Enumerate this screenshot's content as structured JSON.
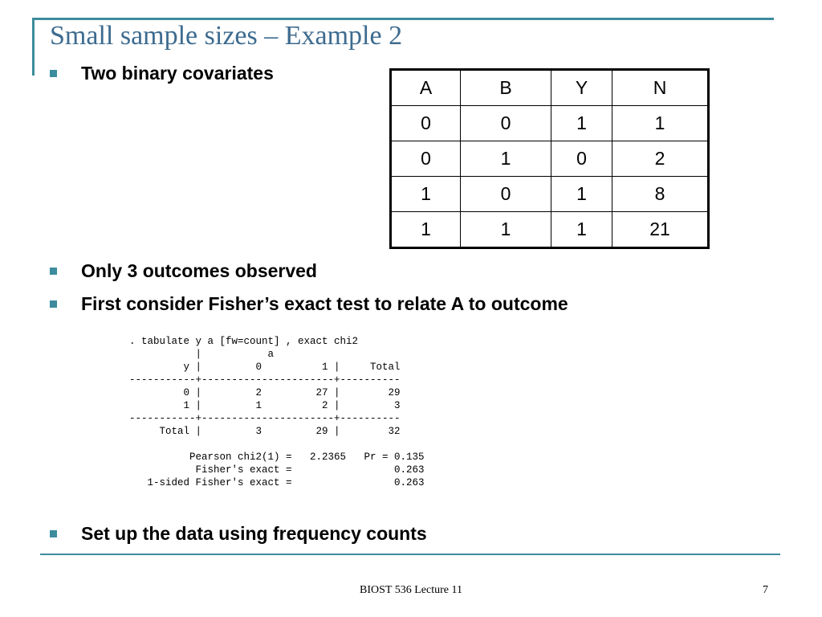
{
  "slide": {
    "title": "Small sample sizes – Example 2",
    "bullets": [
      "Two binary covariates",
      "Only 3 outcomes observed",
      "First consider Fisher’s exact test to relate A to outcome",
      "Set up the data using frequency counts"
    ]
  },
  "table": {
    "headers": [
      "A",
      "B",
      "Y",
      "N"
    ],
    "rows": [
      [
        "0",
        "0",
        "1",
        "1"
      ],
      [
        "0",
        "1",
        "0",
        "2"
      ],
      [
        "1",
        "0",
        "1",
        "8"
      ],
      [
        "1",
        "1",
        "1",
        "21"
      ]
    ]
  },
  "stata_output": [
    ". tabulate y a [fw=count] , exact chi2",
    "",
    "           |           a",
    "         y |         0          1 |     Total",
    "-----------+----------------------+----------",
    "         0 |         2         27 |        29",
    "         1 |         1          2 |         3",
    "-----------+----------------------+----------",
    "     Total |         3         29 |        32",
    "",
    "          Pearson chi2(1) =   2.2365   Pr = 0.135",
    "           Fisher's exact =                 0.263",
    "   1-sided Fisher's exact =                 0.263"
  ],
  "footer": {
    "text": "BIOST 536 Lecture 11",
    "page": "7"
  },
  "colors": {
    "accent": "#3d8c9d",
    "title": "#3d6b8f"
  }
}
